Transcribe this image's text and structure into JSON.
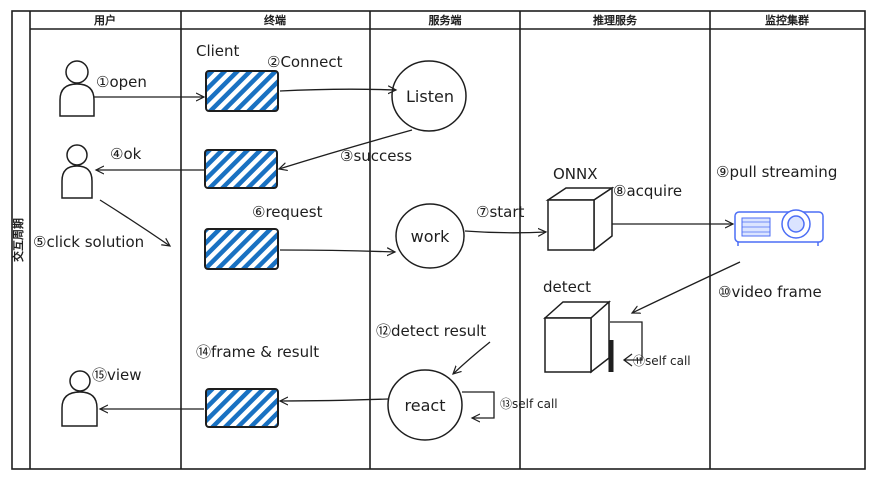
{
  "diagram": {
    "side_label": "交互周期",
    "lanes": [
      "用户",
      "终端",
      "服务端",
      "推理服务",
      "监控集群"
    ],
    "nodes": {
      "client_label": "Client",
      "listen": "Listen",
      "work": "work",
      "react": "react",
      "onnx_label": "ONNX",
      "detect_label": "detect"
    },
    "steps": {
      "s1": "①open",
      "s2": "②Connect",
      "s3": "③success",
      "s4": "④ok",
      "s5": "⑤click solution",
      "s6": "⑥request",
      "s7": "⑦start",
      "s8": "⑧acquire",
      "s9": "⑨pull streaming",
      "s10": "⑩video frame",
      "s11": "⑪self call",
      "s12": "⑫detect result",
      "s13": "⑬self call",
      "s14": "⑭frame & result",
      "s15": "⑮view"
    },
    "colors": {
      "stroke": "#1e1e1e",
      "hatch": "#1971c2",
      "hatch_bg": "#ffffff",
      "projector": "#4c6ef5"
    }
  }
}
